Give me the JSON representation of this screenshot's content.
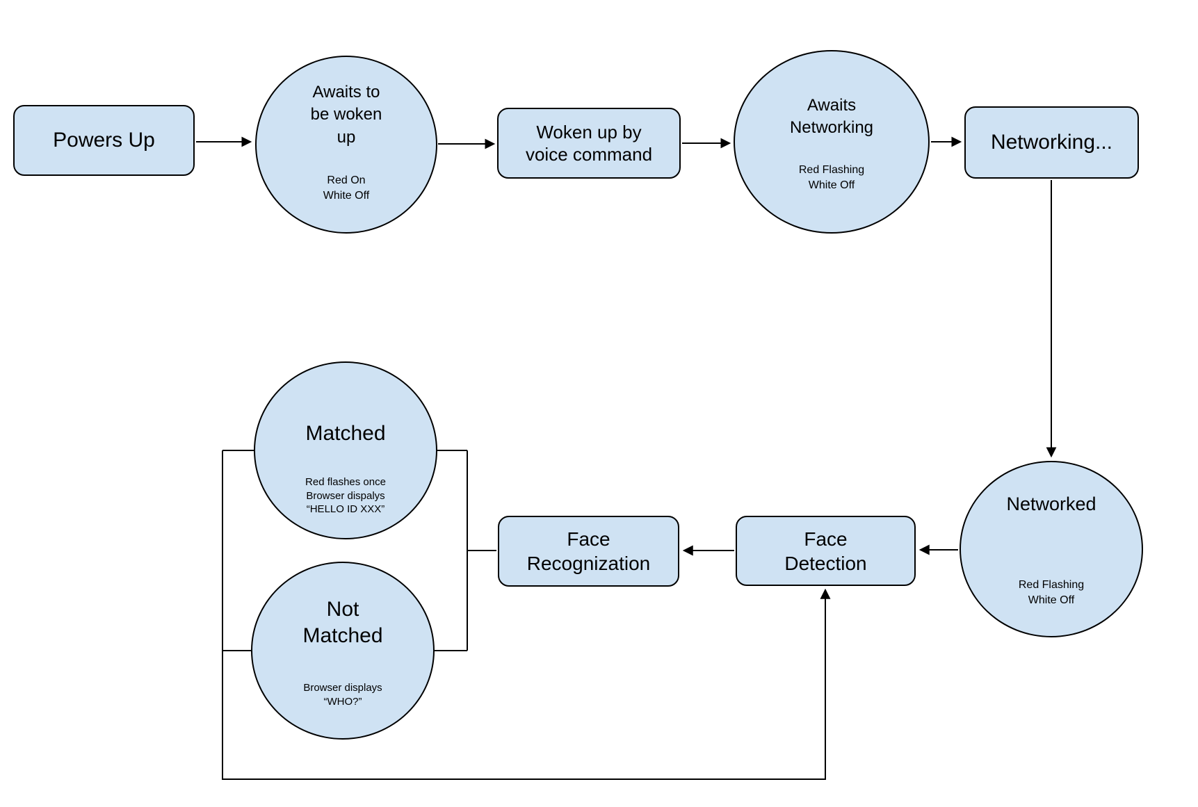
{
  "diagram": {
    "title": "Device face-recognition state flowchart",
    "colors": {
      "background": "#ffffff",
      "node_fill": "#cfe2f3",
      "node_stroke": "#000000",
      "connector": "#000000"
    },
    "nodes": {
      "powers_up": {
        "label": "Powers Up"
      },
      "awaits_wake": {
        "title": "Awaits to\nbe woken\nup",
        "status": "Red On\nWhite Off"
      },
      "woken_up": {
        "label": "Woken up by\nvoice command"
      },
      "awaits_networking": {
        "title": "Awaits\nNetworking",
        "status": "Red Flashing\nWhite Off"
      },
      "networking": {
        "label": "Networking..."
      },
      "networked": {
        "title": "Networked",
        "status": "Red Flashing\nWhite Off"
      },
      "face_detection": {
        "label": "Face\nDetection"
      },
      "face_recognization": {
        "label": "Face\nRecognization"
      },
      "matched": {
        "title": "Matched",
        "status": "Red flashes once\nBrowser dispalys\n“HELLO ID XXX”"
      },
      "not_matched": {
        "title": "Not\nMatched",
        "status": "Browser displays\n“WHO?”"
      }
    },
    "edges": [
      "Powers Up -> Awaits to be woken up",
      "Awaits to be woken up -> Woken up by voice command",
      "Woken up by voice command -> Awaits Networking",
      "Awaits Networking -> Networking...",
      "Networking... -> Networked",
      "Networked -> Face Detection",
      "Face Detection -> Face Recognization",
      "Face Recognization - Matched",
      "Face Recognization - Not Matched",
      "Matched / Not Matched -> Face Detection (feedback loop)"
    ]
  }
}
